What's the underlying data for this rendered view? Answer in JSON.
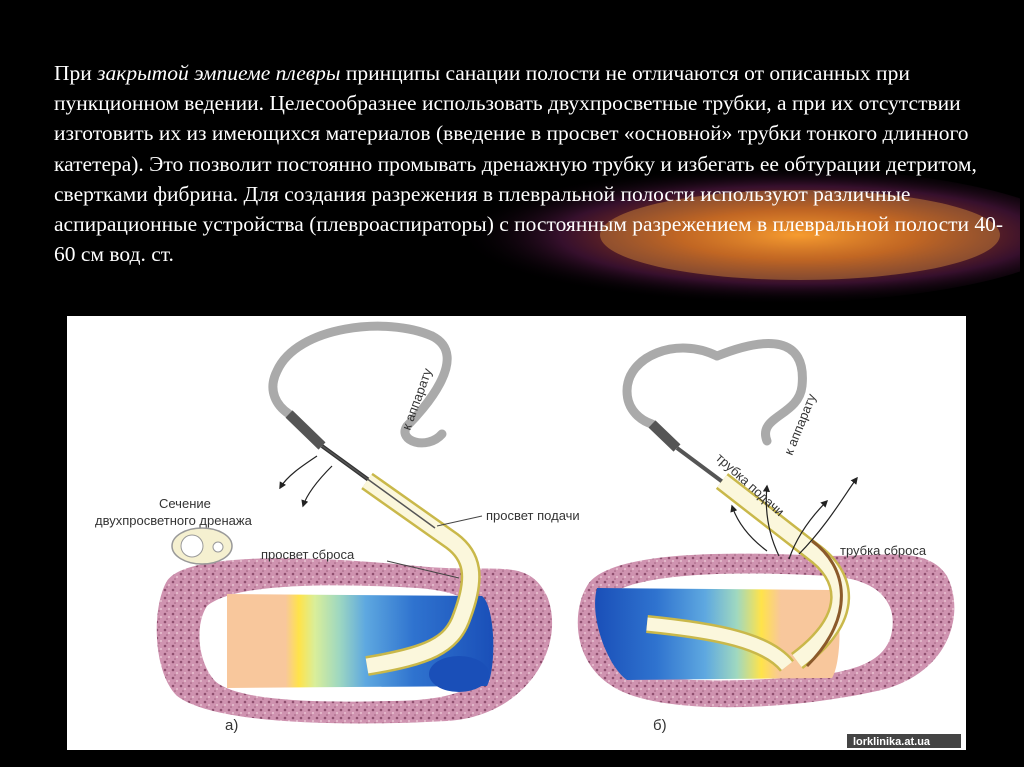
{
  "text": {
    "p1": "При ",
    "italic": "закрытой эмпиеме плевры",
    "p2": " принципы санации полости не отличаются от описанных при пункционном ведении. Целесообразнее использовать двухпросветные трубки, а при их отсутствии изготовить их из имеющихся материалов (введение в просвет «основной» трубки тонкого длинного катетера). Это позволит постоянно промывать дренажную трубку и избегать ее обтурации детритом, свертками фибрина. Для создания разрежения в плевральной    полости   используют различные аспирационные устройства (плевроаспираторы) с постоянным разрежением в плевральной полости 40-60 см вод. ст."
  },
  "diagram": {
    "left": {
      "section_label_1": "Сечение",
      "section_label_2": "двухпросветного дренажа",
      "supply_lumen": "просвет подачи",
      "discharge_lumen": "просвет сброса",
      "to_device": "к аппарату",
      "letter": "а)"
    },
    "right": {
      "supply_tube": "трубка подачи",
      "discharge_tube": "трубка сброса",
      "to_device": "к аппарату",
      "letter": "б)"
    },
    "watermark": "lorklinika.at.ua"
  },
  "colors": {
    "background": "#000000",
    "text": "#ffffff",
    "tissue": "#c98aa8",
    "fluid_blue": "#1f5fc4",
    "fluid_peach": "#f7c79a"
  }
}
